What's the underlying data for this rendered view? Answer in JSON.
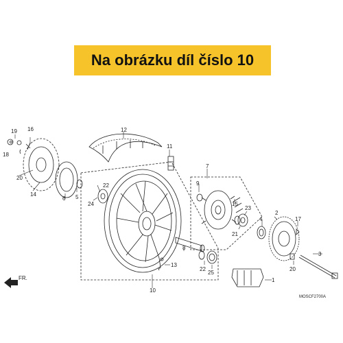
{
  "banner": {
    "text": "Na obrázku díl číslo 10",
    "color": "#f6c42a"
  },
  "diagram_code": "MOSCF2700A",
  "direction_label": "FR.",
  "callouts": [
    "1",
    "2",
    "3",
    "4",
    "5",
    "6",
    "7",
    "8",
    "9",
    "10",
    "11",
    "12",
    "13",
    "14",
    "15",
    "16",
    "17",
    "18",
    "19",
    "20",
    "20",
    "21",
    "22",
    "22",
    "23",
    "24",
    "25"
  ]
}
